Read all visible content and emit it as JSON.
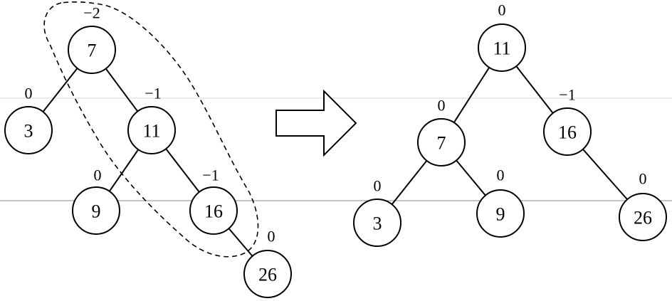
{
  "before_tree": {
    "nodes": [
      {
        "id": "b7",
        "label": "7",
        "balance": "−2"
      },
      {
        "id": "b3",
        "label": "3",
        "balance": "0"
      },
      {
        "id": "b11",
        "label": "11",
        "balance": "−1"
      },
      {
        "id": "b9",
        "label": "9",
        "balance": "0"
      },
      {
        "id": "b16",
        "label": "16",
        "balance": "−1"
      },
      {
        "id": "b26",
        "label": "26",
        "balance": "0"
      }
    ],
    "edges": [
      [
        "b7",
        "b3"
      ],
      [
        "b7",
        "b11"
      ],
      [
        "b11",
        "b9"
      ],
      [
        "b11",
        "b16"
      ],
      [
        "b16",
        "b26"
      ]
    ]
  },
  "after_tree": {
    "nodes": [
      {
        "id": "a11",
        "label": "11",
        "balance": "0"
      },
      {
        "id": "a7",
        "label": "7",
        "balance": "0"
      },
      {
        "id": "a16",
        "label": "16",
        "balance": "−1"
      },
      {
        "id": "a3",
        "label": "3",
        "balance": "0"
      },
      {
        "id": "a9",
        "label": "9",
        "balance": "0"
      },
      {
        "id": "a26",
        "label": "26",
        "balance": "0"
      }
    ],
    "edges": [
      [
        "a11",
        "a7"
      ],
      [
        "a11",
        "a16"
      ],
      [
        "a7",
        "a3"
      ],
      [
        "a7",
        "a9"
      ],
      [
        "a16",
        "a26"
      ]
    ]
  }
}
